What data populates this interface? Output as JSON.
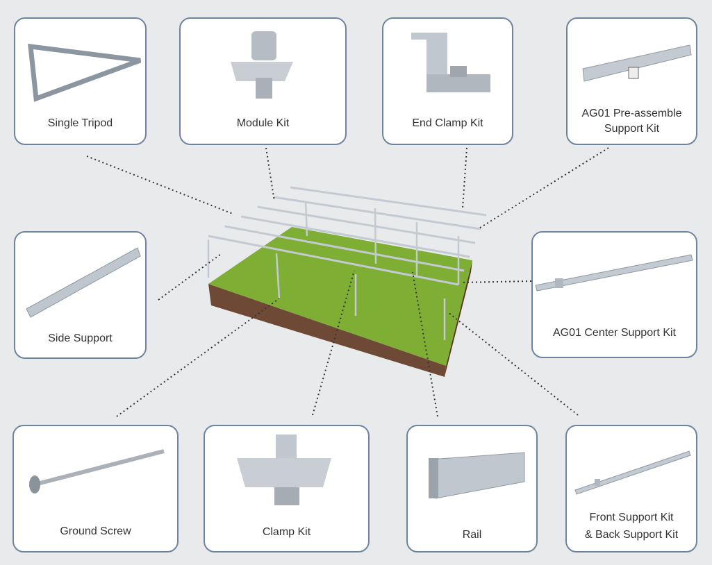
{
  "title": "Agricultural PV mounting system components",
  "components": {
    "single_tripod": "Single Tripod",
    "module_kit": "Module Kit",
    "end_clamp_kit": "End Clamp Kit",
    "ag01_preassemble": [
      "AG01 Pre-assemble",
      "Support Kit"
    ],
    "side_support": "Side Support",
    "ag01_center": "AG01 Center Support Kit",
    "ground_screw": "Ground Screw",
    "clamp_kit": "Clamp Kit",
    "rail": "Rail",
    "front_back_support": [
      "Front Support Kit",
      "& Back Support Kit"
    ]
  },
  "colors": {
    "background": "#e9eaeb",
    "card_border": "#6d84a0",
    "grass": "#7fae35",
    "soil": "#6e4a36",
    "metal": "#b9c0c8"
  }
}
